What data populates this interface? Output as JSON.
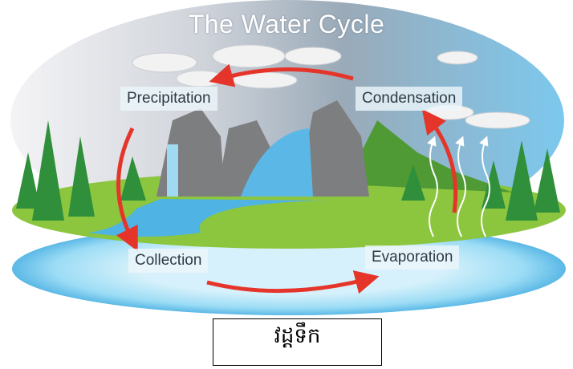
{
  "title": "The Water Cycle",
  "labels": {
    "precipitation": "Precipitation",
    "condensation": "Condensation",
    "collection": "Collection",
    "evaporation": "Evaporation"
  },
  "caption": "វដ្តទឹក",
  "colors": {
    "arrow": "#e5352b",
    "sky": "#9fd3ea",
    "water": "#5bb8e6",
    "grass": "#8cc63f"
  }
}
